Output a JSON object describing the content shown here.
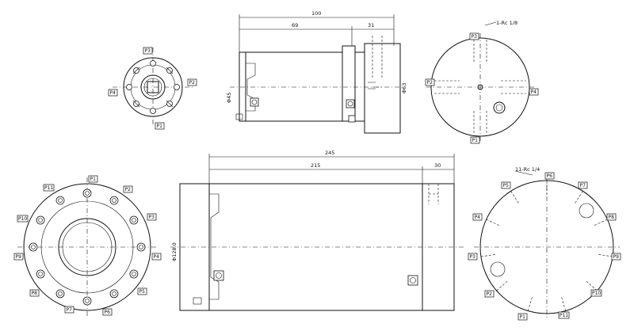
{
  "top": {
    "dims": {
      "overall": "100",
      "main": "69",
      "flange": "31",
      "dia": "Φ63",
      "left_dia": "Φ45",
      "thread": "1-Rc 1/8"
    },
    "left_ports": [
      "P3",
      "P2",
      "P4",
      "P1"
    ],
    "right_ports": [
      "P3",
      "P2",
      "P4",
      "P1"
    ]
  },
  "bottom": {
    "dims": {
      "overall": "245",
      "main": "215",
      "flange": "30",
      "dia": "Φ128.0",
      "thread": "11-Rc 1/4"
    },
    "left_ports": [
      "P11",
      "P1",
      "P2",
      "P10",
      "P3",
      "P9",
      "P4",
      "P8",
      "P5",
      "P7",
      "P6"
    ],
    "right_ports": [
      "P6",
      "P5",
      "P7",
      "P4",
      "P8",
      "P3",
      "P9",
      "P2",
      "P10",
      "P1",
      "P11"
    ]
  }
}
